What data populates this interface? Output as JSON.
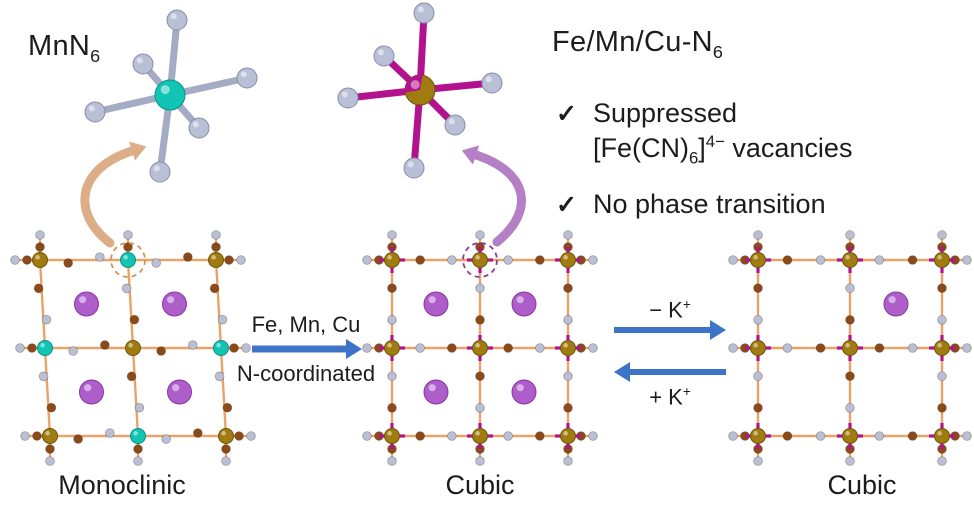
{
  "headings": {
    "mnn6": {
      "text": "MnN",
      "sub": "6"
    },
    "mixed": {
      "text": "Fe/Mn/Cu-N",
      "sub": "6"
    }
  },
  "checklist": {
    "check": "✓",
    "item1": {
      "line1": "Suppressed",
      "f_pre": "[Fe(CN)",
      "f_sub": "6",
      "f_post": "]",
      "f_sup": "4−",
      "rest": " vacancies"
    },
    "item2": "No phase transition"
  },
  "arrows": {
    "main": {
      "top": "Fe, Mn, Cu",
      "bottom": "N-coordinated"
    },
    "minus_k": {
      "pre": "− K",
      "sup": "+"
    },
    "plus_k": {
      "pre": "+ K",
      "sup": "+"
    }
  },
  "phase_labels": {
    "left": "Monoclinic",
    "middle": "Cubic",
    "right": "Cubic"
  },
  "colors": {
    "mn_teal": "#12c4b4",
    "fe_gold": "#a07b10",
    "mixed_magenta": "#b3128f",
    "ligand_gray": "#b9c0d6",
    "bond_gray": "#a4abc4",
    "carbon_brown": "#8a4a1a",
    "potassium_purple": "#ad5ecb",
    "framework_bond": "#e8a468",
    "arrow_blue": "#3d74c8",
    "curved_tan": "#dcae88",
    "curved_purple": "#b57fc6",
    "dash_tan": "#d29454",
    "dash_purple": "#8b3a9e",
    "text": "#1c1c1c"
  },
  "structures": {
    "lattices": {
      "left": {
        "k_cells": [
          [
            0,
            0
          ],
          [
            1,
            0
          ],
          [
            0,
            1
          ],
          [
            1,
            1
          ]
        ]
      },
      "middle": {
        "k_cells": [
          [
            0,
            0
          ],
          [
            1,
            0
          ],
          [
            0,
            1
          ],
          [
            1,
            1
          ]
        ]
      },
      "right": {
        "k_cells": [
          [
            1,
            0
          ]
        ]
      }
    }
  }
}
